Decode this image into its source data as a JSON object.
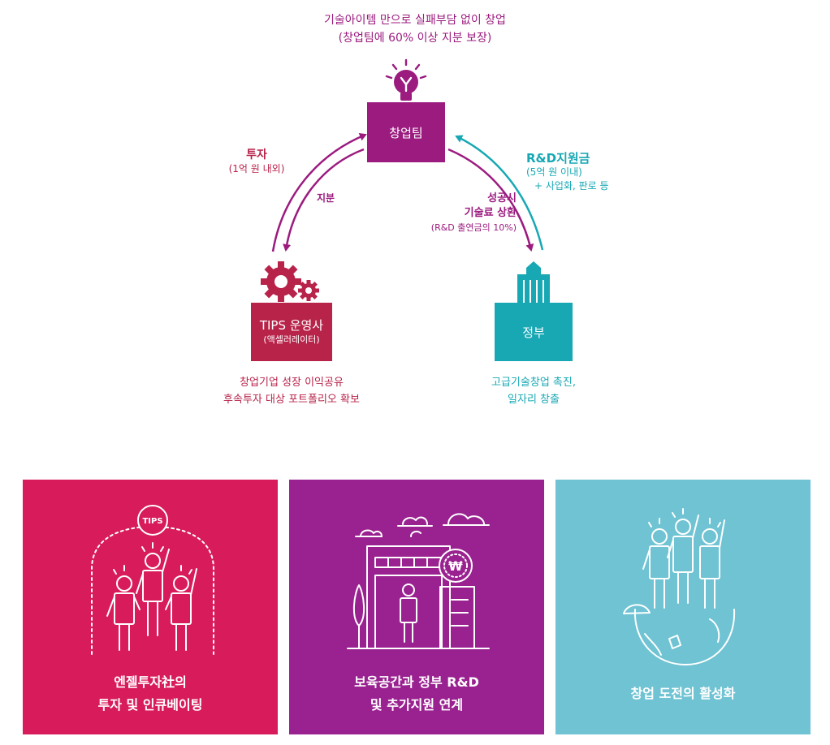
{
  "top": {
    "line1": "기술아이템 만으로 실패부담 없이 창업",
    "line2": "(창업팀에 60% 이상 지분 보장)"
  },
  "nodes": {
    "startup": "창업팀",
    "tips": {
      "title": "TIPS 운영사",
      "sub": "(액셀러레이터)"
    },
    "gov": "정부"
  },
  "labels": {
    "invest_title": "투자",
    "invest_sub": "(1억 원 내외)",
    "equity": "지분",
    "rd_title": "R&D지원금",
    "rd_sub1": "(5억 원 이내)",
    "rd_sub2": "+ 사업화, 판로 등",
    "repay1": "성공시",
    "repay2": "기술료 상환",
    "repay3": "(R&D 출연금의 10%)"
  },
  "bottom_captions": {
    "tips1": "창업기업 성장 이익공유",
    "tips2": "후속투자 대상 포트폴리오 확보",
    "gov1": "고급기술창업 촉진,",
    "gov2": "일자리 창출"
  },
  "cards": [
    {
      "line1": "엔젤투자社의",
      "line2": "투자 및 인큐베이팅",
      "badge": "TIPS"
    },
    {
      "line1": "보육공간과 정부 R&D",
      "line2": "및 추가지원 연계",
      "badge": "₩"
    },
    {
      "line1": "창업 도전의 활성화"
    }
  ],
  "colors": {
    "purple": "#9b1b7f",
    "crimson": "#b8234a",
    "teal": "#17a8b4",
    "card1": "#d81b5b",
    "card2": "#9a2290",
    "card3": "#6fc3d3"
  },
  "icons": [
    "lightbulb-icon",
    "gears-icon",
    "building-icon",
    "people-cheering-icon",
    "office-building-icon",
    "globe-people-icon"
  ]
}
